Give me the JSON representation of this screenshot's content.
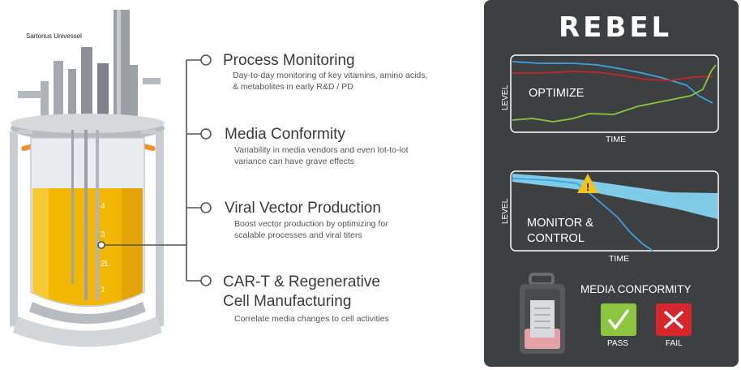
{
  "vessel": {
    "caption": "Sartorius Univessel",
    "scale_marks": [
      "4",
      "3",
      "2L",
      "1"
    ]
  },
  "callouts": [
    {
      "title": "Process Monitoring",
      "lines": [
        "Day-to-day monitoring of key vitamins, amino acids,",
        "& metabolites in early R&D / PD"
      ]
    },
    {
      "title": "Media Conformity",
      "lines": [
        "Variability in media vendors and even lot-to-lot",
        "variance can have grave effects"
      ]
    },
    {
      "title": "Viral Vector Production",
      "lines": [
        "Boost vector production by optimizing for",
        "scalable processes and viral titers"
      ]
    },
    {
      "title": "CAR-T & Regenerative",
      "title2": "Cell Manufacturing",
      "lines": [
        "Correlate media changes to cell activities"
      ]
    }
  ],
  "panel": {
    "brand": "REBEL",
    "optimize": {
      "label": "OPTIMIZE",
      "y_label": "LEVEL",
      "x_label": "TIME"
    },
    "monitor": {
      "label1": "MONITOR &",
      "label2": "CONTROL",
      "y_label": "LEVEL",
      "x_label": "TIME"
    },
    "conformity": {
      "heading": "MEDIA CONFORMITY",
      "pass": "PASS",
      "fail": "FAIL"
    }
  },
  "colors": {
    "panel": "#3e3f41",
    "blue": "#3aa3df",
    "red": "#c0272d",
    "green": "#8cc63f",
    "band": "#7fcbe8",
    "warning": "#f4c21f",
    "fail": "#d9262c",
    "pass": "#8cc63f",
    "media": "#e5a0a8"
  }
}
